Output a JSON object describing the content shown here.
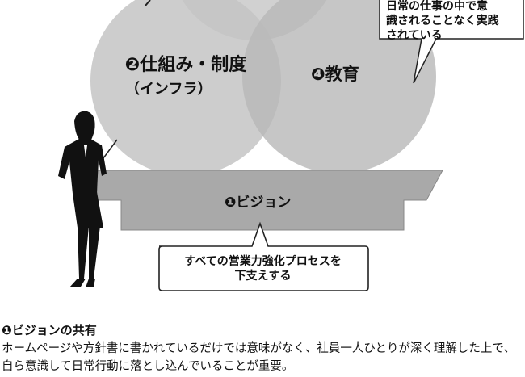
{
  "diagram": {
    "circle_2_label": "❷仕組み・制度",
    "circle_2_sub": "（インフラ）",
    "circle_4_label": "❹教育",
    "base_label": "❶ビジョン",
    "callout_top_right": [
      "日常の仕事の中で意",
      "識されることなく実践",
      "されている"
    ],
    "callout_bottom": [
      "すべての営業力強化プロセスを",
      "下支えする"
    ]
  },
  "section": {
    "title": "❶ビジョンの共有",
    "body": "ホームページや方針書に書かれているだけでは意味がなく、社員一人ひとりが深く理解した上で、自ら意識して日常行動に落とし込んでいることが重要。"
  }
}
